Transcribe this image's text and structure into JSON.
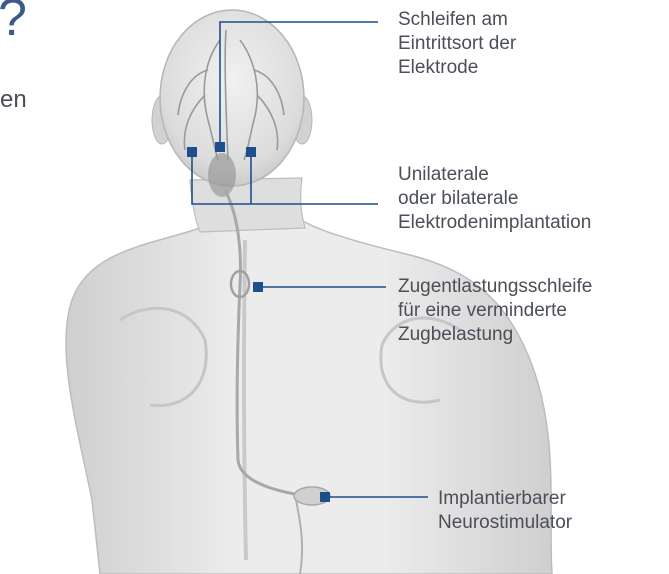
{
  "fragments": {
    "top_left_glyph": "?",
    "left_text": "en"
  },
  "callouts": [
    {
      "lines": [
        "Schleifen am",
        "Eintrittsort der",
        "Elektrode"
      ]
    },
    {
      "lines": [
        "Unilaterale",
        "oder bilaterale",
        "Elektrodenimplantation"
      ]
    },
    {
      "lines": [
        "Zugentlastungsschleife",
        "für eine verminderte",
        "Zugbelastung"
      ]
    },
    {
      "lines": [
        "Implantierbarer",
        "Neurostimulator"
      ]
    }
  ],
  "colors": {
    "marker": "#1f4e8c",
    "leader_line": "#1f4e8c",
    "text": "#4a4f58",
    "fragment": "#3c5a86"
  }
}
